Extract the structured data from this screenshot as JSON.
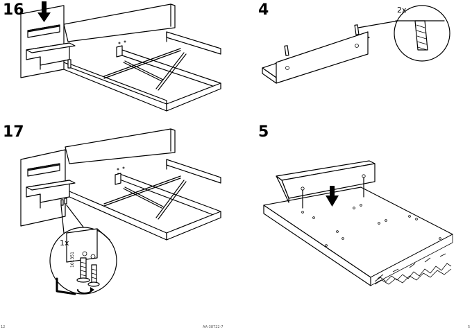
{
  "steps": [
    {
      "number": "16"
    },
    {
      "number": "4"
    },
    {
      "number": "17"
    },
    {
      "number": "5"
    }
  ],
  "callouts": {
    "step4_quantity": "2x",
    "step17_quantity": "1x",
    "step17_part_code": "101351"
  },
  "footer": {
    "page_left": "12",
    "article_code": "AA-38722-7",
    "page_right": "5"
  },
  "icons": [
    "down-arrow-icon",
    "wooden-dowel-icon",
    "screw-icon",
    "allen-key-icon"
  ]
}
